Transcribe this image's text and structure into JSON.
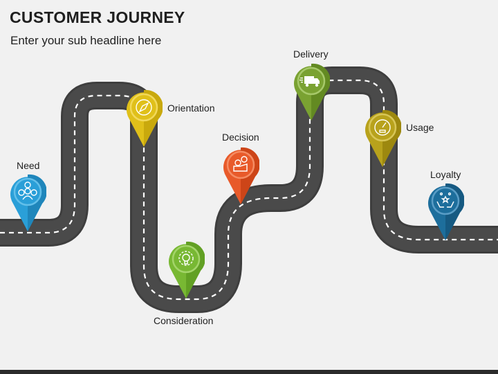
{
  "header": {
    "title": "CUSTOMER JOURNEY",
    "subtitle": "Enter your sub headline here"
  },
  "stages": [
    {
      "label": "Need",
      "color": "#2a9fd8",
      "icon": "user-heart-money-icon"
    },
    {
      "label": "Orientation",
      "color": "#e0c01a",
      "icon": "compass-icon"
    },
    {
      "label": "Consideration",
      "color": "#78b833",
      "icon": "lightbulb-gear-icon"
    },
    {
      "label": "Decision",
      "color": "#e85a2a",
      "icon": "hand-checklist-icon"
    },
    {
      "label": "Delivery",
      "color": "#7aa232",
      "icon": "delivery-truck-icon"
    },
    {
      "label": "Usage",
      "color": "#b8a21c",
      "icon": "gauge-icon"
    },
    {
      "label": "Loyalty",
      "color": "#1d6e9c",
      "icon": "hands-stars-icon"
    }
  ],
  "colors": {
    "road": "#4a4a4a",
    "road_marking": "#ffffff",
    "background": "#f1f1f1"
  }
}
